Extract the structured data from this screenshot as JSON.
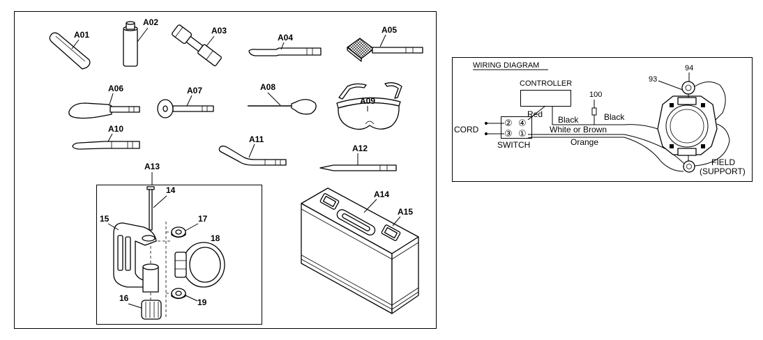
{
  "accessories": {
    "a01": "A01",
    "a02": "A02",
    "a03": "A03",
    "a04": "A04",
    "a05": "A05",
    "a06": "A06",
    "a07": "A07",
    "a08": "A08",
    "a09": "A09",
    "a10": "A10",
    "a11": "A11",
    "a12": "A12",
    "a13": "A13",
    "a14": "A14",
    "a15": "A15"
  },
  "exploded_view": {
    "p14": "14",
    "p15": "15",
    "p16": "16",
    "p17": "17",
    "p18": "18",
    "p19": "19"
  },
  "wiring_diagram": {
    "title": "WIRING DIAGRAM",
    "controller": "CONTROLLER",
    "part_100": "100",
    "part_93": "93",
    "part_94": "94",
    "wire_red": "Red",
    "wire_black_controller": "Black",
    "wire_black_field": "Black",
    "wire_white_or_brown": "White or Brown",
    "wire_orange": "Orange",
    "cord": "CORD",
    "switch": "SWITCH",
    "field": "FIELD",
    "support": "(SUPPORT)",
    "switch_terminals": [
      "②",
      "④",
      "③",
      "①"
    ]
  }
}
